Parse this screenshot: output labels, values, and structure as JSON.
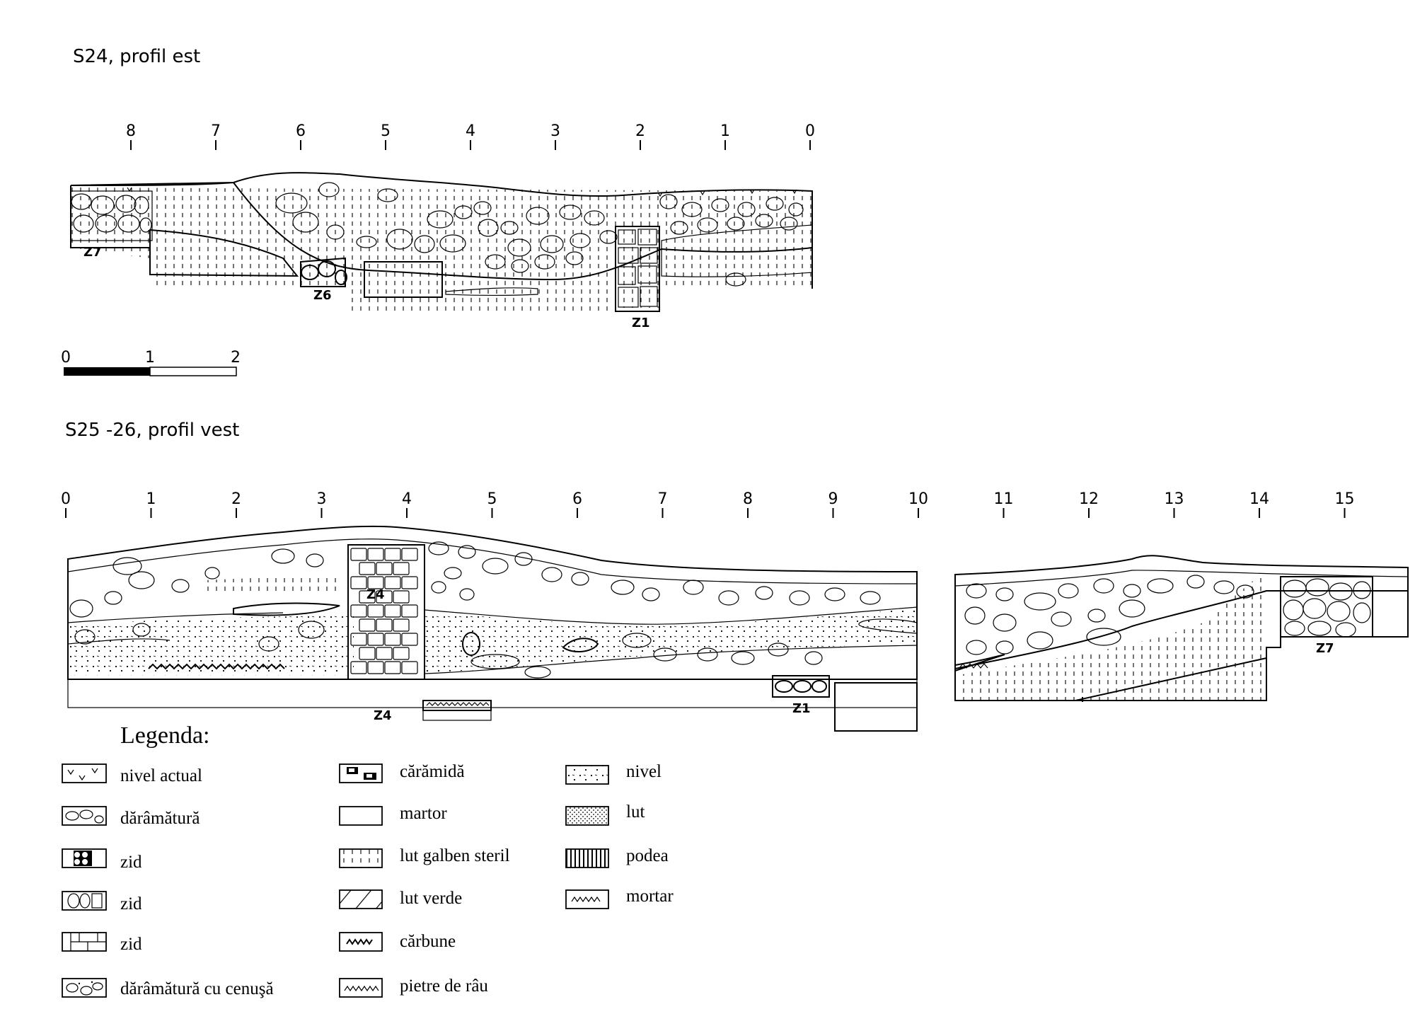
{
  "sections": {
    "s24": {
      "title": "S24, profil est",
      "ticks": [
        "8",
        "7",
        "6",
        "5",
        "4",
        "3",
        "2",
        "1",
        "0"
      ],
      "zones": {
        "z7": "Z7",
        "z6": "Z6",
        "z1": "Z1"
      }
    },
    "s25": {
      "title": "S25 -26, profil vest",
      "ticks": [
        "0",
        "1",
        "2",
        "3",
        "4",
        "5",
        "6",
        "7",
        "8",
        "9",
        "10",
        "11",
        "12",
        "13",
        "14",
        "15"
      ],
      "zones": {
        "z4_top": "Z4",
        "z4_bottom": "Z4",
        "z1": "Z1",
        "z7": "Z7"
      }
    }
  },
  "scale_bar": {
    "labels": [
      "0",
      "1",
      "2"
    ]
  },
  "legend": {
    "title": "Legenda:",
    "items": [
      {
        "label": "nivel actual",
        "pattern": "nivel-actual"
      },
      {
        "label": "dărâmătură",
        "pattern": "daramatura"
      },
      {
        "label": "zid",
        "pattern": "zid-stone"
      },
      {
        "label": "zid",
        "pattern": "zid-block"
      },
      {
        "label": "zid",
        "pattern": "zid-brick"
      },
      {
        "label": "dărâmătură cu cenuşă",
        "pattern": "daramatura-cenusa"
      },
      {
        "label": "cărămidă",
        "pattern": "caramida"
      },
      {
        "label": "martor",
        "pattern": "martor"
      },
      {
        "label": "lut galben steril",
        "pattern": "lut-galben"
      },
      {
        "label": "lut verde",
        "pattern": "lut-verde"
      },
      {
        "label": "cărbune",
        "pattern": "carbune"
      },
      {
        "label": "pietre de râu",
        "pattern": "pietre-rau"
      },
      {
        "label": "nivel",
        "pattern": "nivel"
      },
      {
        "label": "lut",
        "pattern": "lut"
      },
      {
        "label": "podea",
        "pattern": "podea"
      },
      {
        "label": "mortar",
        "pattern": "mortar"
      }
    ]
  }
}
